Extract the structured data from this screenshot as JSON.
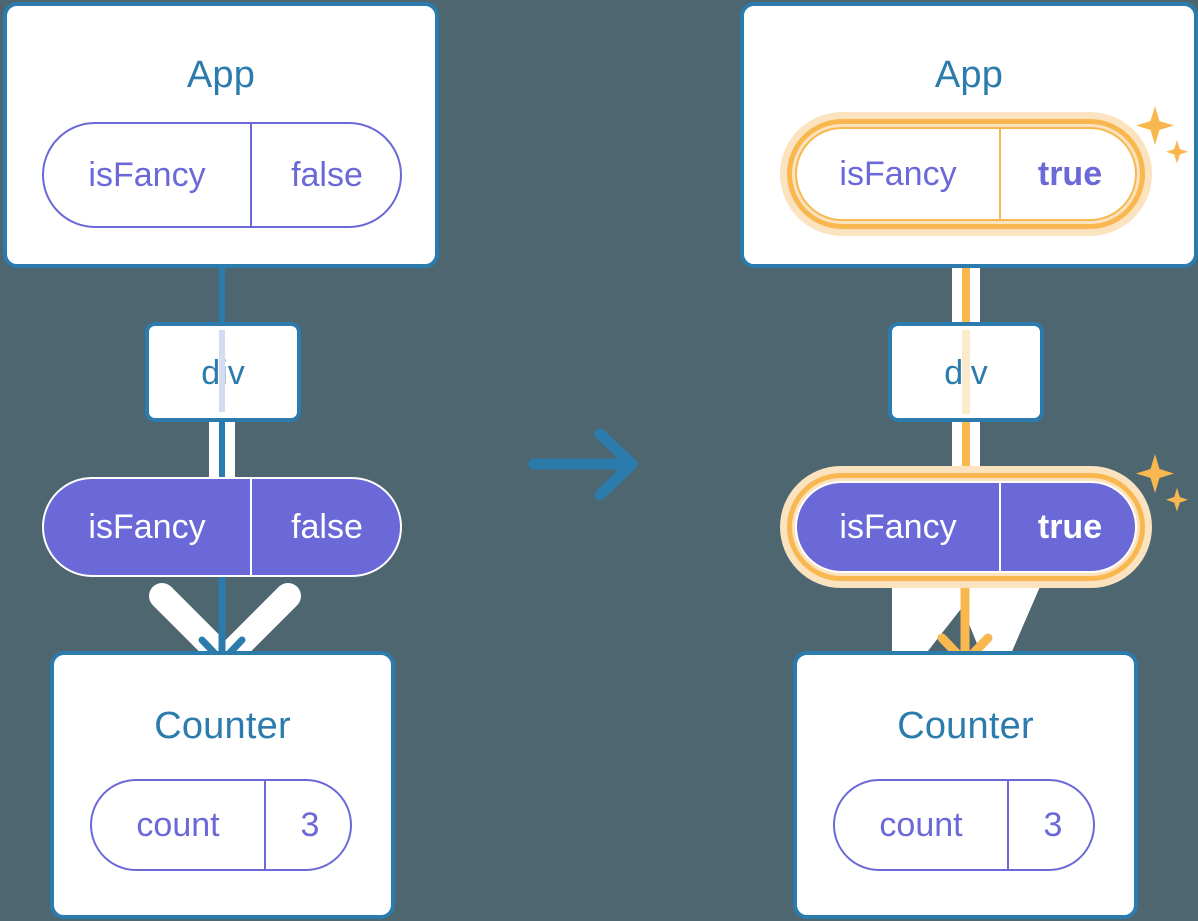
{
  "meta": {
    "background_color": "#4d6670",
    "blue": "#2b7cad",
    "purple": "#6b68d8",
    "orange": "#f9b84f",
    "orange_soft": "#fbe3c0",
    "white": "#ffffff"
  },
  "transition": {
    "arrow_icon": "arrow-right-icon",
    "color": "#2b7cad"
  },
  "panels": {
    "before": {
      "app": {
        "title": "App",
        "state": {
          "key": "isFancy",
          "value": "false",
          "highlighted": false,
          "bold_value": false
        }
      },
      "div": {
        "label": "div"
      },
      "prop": {
        "key": "isFancy",
        "value": "false",
        "highlighted": false,
        "bold_value": false
      },
      "counter": {
        "title": "Counter",
        "state": {
          "key": "count",
          "value": "3",
          "highlighted": false,
          "bold_value": false
        }
      },
      "flow_color": "#2b7cad"
    },
    "after": {
      "app": {
        "title": "App",
        "state": {
          "key": "isFancy",
          "value": "true",
          "highlighted": true,
          "bold_value": true
        }
      },
      "div": {
        "label": "div"
      },
      "prop": {
        "key": "isFancy",
        "value": "true",
        "highlighted": true,
        "bold_value": true
      },
      "counter": {
        "title": "Counter",
        "state": {
          "key": "count",
          "value": "3",
          "highlighted": false,
          "bold_value": false
        }
      },
      "flow_color": "#f9b84f",
      "sparkles": [
        {
          "name": "sparkle-icon-app"
        },
        {
          "name": "sparkle-icon-prop"
        }
      ]
    }
  }
}
